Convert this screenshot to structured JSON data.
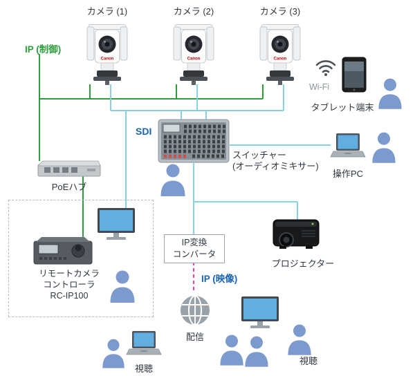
{
  "cameras": [
    {
      "label": "カメラ (1)"
    },
    {
      "label": "カメラ (2)"
    },
    {
      "label": "カメラ (3)"
    }
  ],
  "labels": {
    "camera_brand": "Canon",
    "ip_control": "IP (制御)",
    "sdi": "SDI",
    "ip_video": "IP (映像)",
    "wifi": "Wi-Fi",
    "tablet": "タブレット端末",
    "operation_pc": "操作PC",
    "poe_hub": "PoEハブ",
    "switcher": [
      "スイッチャー",
      "(オーディオミキサー)"
    ],
    "remote_controller": [
      "リモートカメラ",
      "コントローラ",
      "RC-IP100"
    ],
    "ip_converter": [
      "IP変換",
      "コンバータ"
    ],
    "projector": "プロジェクター",
    "distribution": "配信",
    "viewing_left": "視聴",
    "viewing_right": "視聴"
  },
  "colors": {
    "ip_control_line": "#2e9e3c",
    "sdi_line": "#85d2e8",
    "ip_video_line": "#ee3fbf",
    "blue_label": "#1a64b4",
    "green_label": "#2e9e3c",
    "person": "#7d9ace"
  }
}
